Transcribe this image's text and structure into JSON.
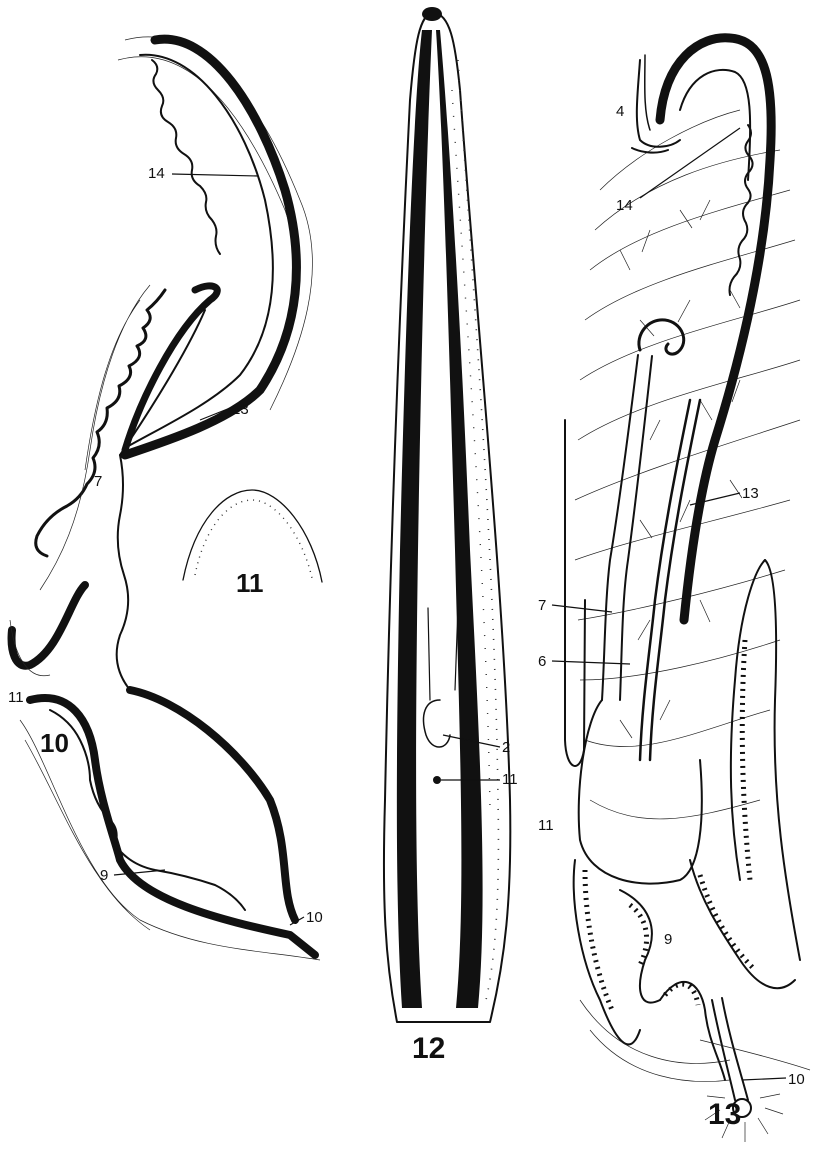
{
  "figures": {
    "fig10": {
      "number": "10",
      "labels": {
        "l14": "14",
        "l13": "13",
        "l7": "7",
        "l11": "11",
        "l9": "9",
        "l10": "10"
      }
    },
    "fig11": {
      "number": "11"
    },
    "fig12": {
      "number": "12",
      "labels": {
        "l2": "2",
        "l11": "11"
      }
    },
    "fig13": {
      "number": "13",
      "labels": {
        "l4": "4",
        "l14": "14",
        "l13": "13",
        "l7": "7",
        "l6": "6",
        "l11": "11",
        "l9": "9",
        "l10": "10"
      }
    }
  },
  "colors": {
    "ink": "#111111",
    "paper": "#ffffff",
    "stipple": "#333333"
  }
}
